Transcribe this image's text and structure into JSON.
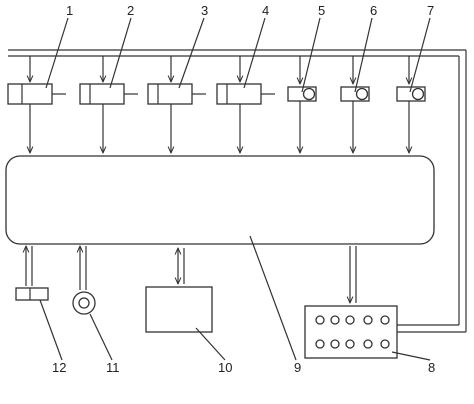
{
  "diagram": {
    "labels": {
      "l1": "1",
      "l2": "2",
      "l3": "3",
      "l4": "4",
      "l5": "5",
      "l6": "6",
      "l7": "7",
      "l8": "8",
      "l9": "9",
      "l10": "10",
      "l11": "11",
      "l12": "12"
    },
    "colors": {
      "stroke": "#333333",
      "background": "#ffffff"
    }
  }
}
